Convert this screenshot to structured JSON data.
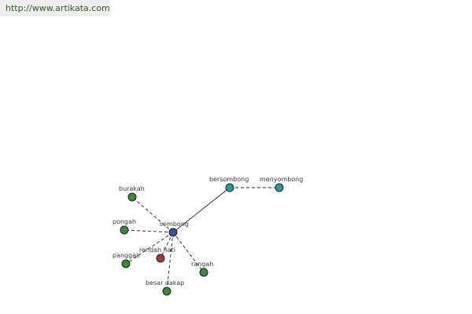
{
  "header": {
    "url": "http://www.artikata.com"
  },
  "colors": {
    "center": "#3c4fa0",
    "related": "#2a9a9a",
    "synonym": "#3a8a3a",
    "antonym": "#a03a3a",
    "stroke": "#222222"
  },
  "graph": {
    "nodes": [
      {
        "id": "sombong",
        "label": "sombong",
        "kind": "center"
      },
      {
        "id": "bersombong",
        "label": "bersombong",
        "kind": "related"
      },
      {
        "id": "menyombong",
        "label": "menyombong",
        "kind": "related"
      },
      {
        "id": "burakah",
        "label": "burakah",
        "kind": "synonym"
      },
      {
        "id": "pongah",
        "label": "pongah",
        "kind": "synonym"
      },
      {
        "id": "panggak",
        "label": "panggak",
        "kind": "synonym"
      },
      {
        "id": "rendah-hati",
        "label": "rendah hati",
        "kind": "antonym"
      },
      {
        "id": "rangah",
        "label": "rangah",
        "kind": "synonym"
      },
      {
        "id": "besar-dakap",
        "label": "besar dakap",
        "kind": "synonym"
      }
    ],
    "edges": [
      {
        "from": "sombong",
        "to": "bersombong",
        "style": "solid"
      },
      {
        "from": "bersombong",
        "to": "menyombong",
        "style": "dashed"
      },
      {
        "from": "sombong",
        "to": "burakah",
        "style": "dashed"
      },
      {
        "from": "sombong",
        "to": "pongah",
        "style": "dashed"
      },
      {
        "from": "sombong",
        "to": "panggak",
        "style": "dashed"
      },
      {
        "from": "sombong",
        "to": "rendah-hati",
        "style": "dashed"
      },
      {
        "from": "sombong",
        "to": "rangah",
        "style": "dashed"
      },
      {
        "from": "sombong",
        "to": "besar-dakap",
        "style": "dashed"
      }
    ]
  }
}
